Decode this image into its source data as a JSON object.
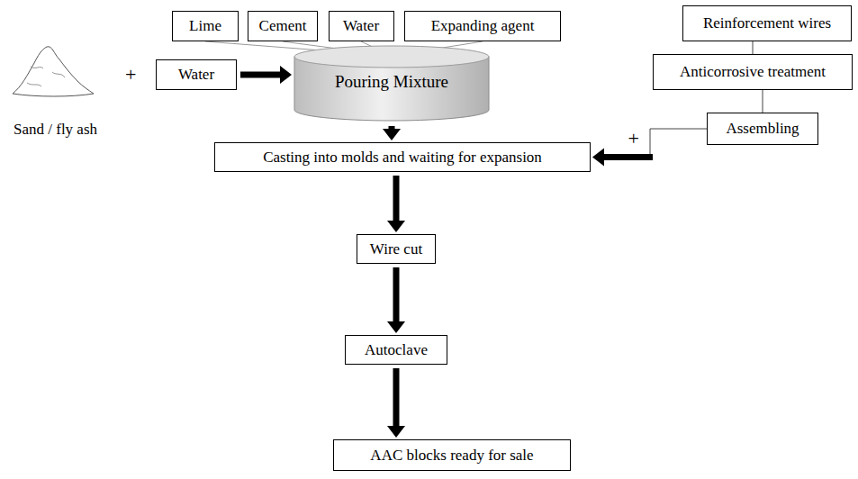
{
  "diagram": {
    "nodes": [
      {
        "text": [
          "Lime"
        ]
      },
      {
        "text": [
          "Cement"
        ]
      },
      {
        "text": [
          "Water"
        ]
      },
      {
        "text": [
          "Expanding agent"
        ]
      },
      {
        "text": [
          "Water"
        ]
      },
      {
        "text": [
          "Pouring Mixture"
        ]
      },
      {
        "text": [
          "Reinforcement wires"
        ]
      },
      {
        "text": [
          "Anticorrosive treatment"
        ]
      },
      {
        "text": [
          "Assembling"
        ]
      },
      {
        "text": [
          "Casting into molds and waiting for expansion"
        ]
      },
      {
        "text": [
          "Wire cut"
        ]
      },
      {
        "text": [
          "Autoclave"
        ]
      },
      {
        "text": [
          "AAC blocks ready for sale"
        ]
      }
    ],
    "edges": [
      {
        "from": 0,
        "to": 5,
        "arrow": "none"
      },
      {
        "from": 1,
        "to": 5,
        "arrow": "none"
      },
      {
        "from": 2,
        "to": 5,
        "arrow": "none"
      },
      {
        "from": 3,
        "to": 5,
        "arrow": "none"
      },
      {
        "from": 4,
        "to": 5,
        "arrow": "to"
      },
      {
        "from": 5,
        "to": 9,
        "arrow": "to"
      },
      {
        "from": 6,
        "to": 7,
        "arrow": "none"
      },
      {
        "from": 7,
        "to": 8,
        "arrow": "none"
      },
      {
        "from": 8,
        "to": 9,
        "label": "+",
        "arrow": "to"
      },
      {
        "from": 9,
        "to": 10,
        "arrow": "to"
      },
      {
        "from": 10,
        "to": 11,
        "arrow": "to"
      },
      {
        "from": 11,
        "to": 12,
        "arrow": "to"
      }
    ],
    "labels": [
      "Sand / fly ash",
      "+"
    ]
  }
}
